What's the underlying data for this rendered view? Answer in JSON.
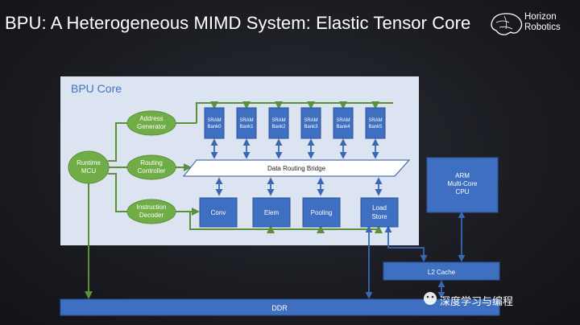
{
  "title": "BPU: A Heterogeneous MIMD System: Elastic Tensor Core",
  "logo": {
    "line1": "Horizon",
    "line2": "Robotics"
  },
  "core_label": "BPU Core",
  "green_nodes": {
    "runtime": [
      "Runtime",
      "MCU"
    ],
    "address": [
      "Address",
      "Generator"
    ],
    "routing": [
      "Routing",
      "Controller"
    ],
    "instruction": [
      "Instruction",
      "Decoder"
    ]
  },
  "sram_banks": [
    [
      "SRAM",
      "Bank0"
    ],
    [
      "SRAM",
      "Bank1"
    ],
    [
      "SRAM",
      "Bank2"
    ],
    [
      "SRAM",
      "Bank3"
    ],
    [
      "SRAM",
      "Bank4"
    ],
    [
      "SRAM",
      "Bank5"
    ]
  ],
  "bridge_label": "Data Routing Bridge",
  "units": [
    [
      "Conv"
    ],
    [
      "Elem"
    ],
    [
      "Pooling"
    ],
    [
      "Load",
      "Store"
    ]
  ],
  "arm": [
    "ARM",
    "Multi-Core",
    "CPU"
  ],
  "l2_label": "L2 Cache",
  "ddr_label": "DDR",
  "watermark": "深度学习与编程",
  "colors": {
    "green_fill": "#70ad47",
    "green_stroke": "#5b8f3a",
    "blue_fill": "#3f6fc1",
    "blue_arrow": "#3a67b5",
    "core_bg": "#dce3f1",
    "core_label": "#3f74c4"
  }
}
